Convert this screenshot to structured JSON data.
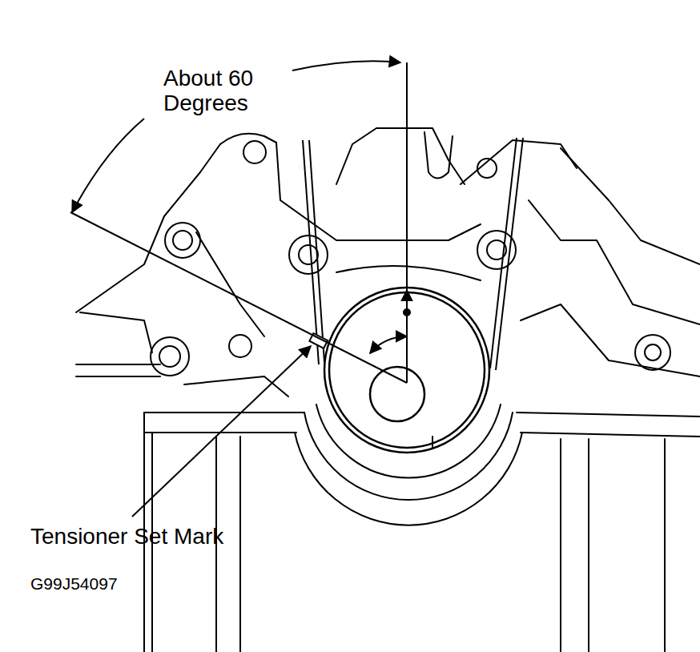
{
  "diagram": {
    "labels": [
      "About 60 Degrees",
      "Tensioner Set Mark",
      "G99J54097"
    ]
  }
}
